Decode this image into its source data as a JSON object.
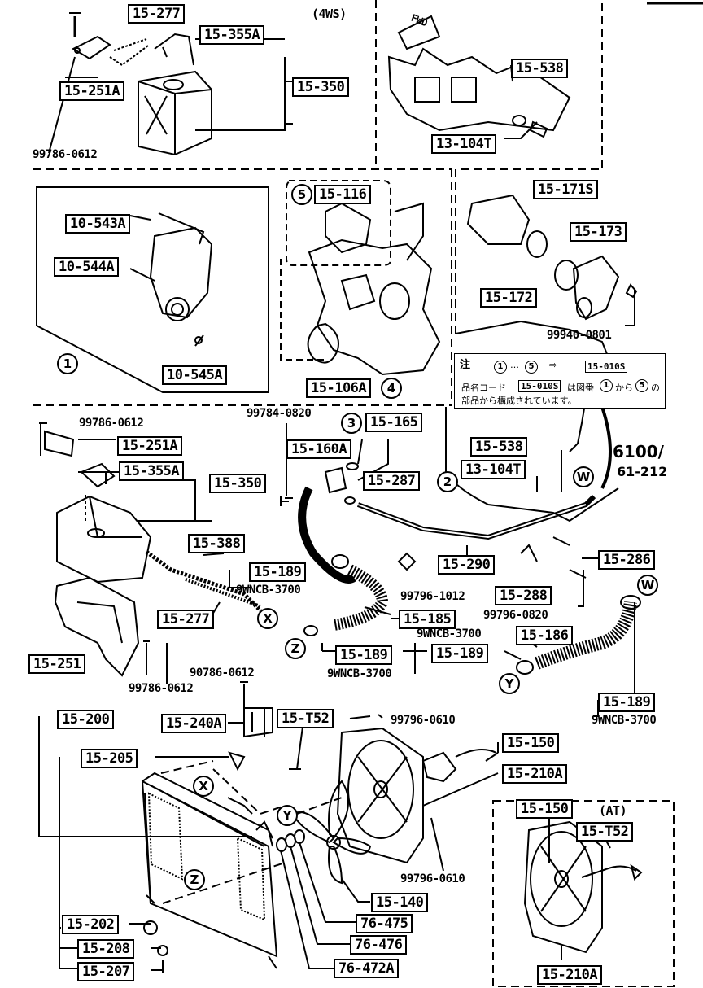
{
  "labels": {
    "p15_277_top": "15-277",
    "p15_355A_top": "15-355A",
    "p15_251A_top": "15-251A",
    "p15_350_top": "15-350",
    "p15_538_top": "15-538",
    "p13_104T_top": "13-104T",
    "p10_543A": "10-543A",
    "p10_544A": "10-544A",
    "p10_545A": "10-545A",
    "p15_116": "15-116",
    "p15_106A": "15-106A",
    "p15_171S": "15-171S",
    "p15_173": "15-173",
    "p15_172": "15-172",
    "p15_165": "15-165",
    "p15_160A": "15-160A",
    "p15_287": "15-287",
    "p15_251A_mid": "15-251A",
    "p15_355A_mid": "15-355A",
    "p15_350_mid": "15-350",
    "p15_538_mid": "15-538",
    "p13_104T_mid": "13-104T",
    "p15_388": "15-388",
    "p15_189_a": "15-189",
    "p15_290": "15-290",
    "p15_286": "15-286",
    "p15_288": "15-288",
    "p15_277_mid": "15-277",
    "p15_185": "15-185",
    "p15_186": "15-186",
    "p15_251": "15-251",
    "p15_189_b": "15-189",
    "p15_189_c": "15-189",
    "p15_189_d": "15-189",
    "p15_200": "15-200",
    "p15_240A": "15-240A",
    "p15_T52": "15-T52",
    "p15_150": "15-150",
    "p15_210A": "15-210A",
    "p15_205": "15-205",
    "p15_140": "15-140",
    "p76_475": "76-475",
    "p76_476": "76-476",
    "p76_472A": "76-472A",
    "p15_202": "15-202",
    "p15_208": "15-208",
    "p15_207": "15-207",
    "p15_150_at": "15-150",
    "p15_T52_at": "15-T52",
    "p15_210A_at": "15-210A"
  },
  "plain_text": {
    "four_ws": "(4WS)",
    "fwd": "FWD",
    "bolt_99786_0612_top": "99786-0612",
    "bolt_99940_0801": "99940-0801",
    "bolt_99784_0820": "99784-0820",
    "bolt_99786_0612_mid": "99786-0612",
    "ref_6100": "6100/",
    "ref_61_212": "61-212",
    "clip_9wncb_3700_a": "9WNCB-3700",
    "bolt_99796_1012": "99796-1012",
    "bolt_99796_0820": "99796-0820",
    "clip_9wncb_3700_b": "9WNCB-3700",
    "clip_9wncb_3700_c": "9WNCB-3700",
    "clip_9wncb_3700_d": "9WNCB-3700",
    "bolt_99786_0612_low": "99786-0612",
    "bolt_90786_0612": "90786-0612",
    "bolt_99796_0610_a": "99796-0610",
    "bolt_99796_0610_b": "99796-0610",
    "at": "(AT)"
  },
  "circled": {
    "c1": "1",
    "c4": "4",
    "c5": "5",
    "c3": "3",
    "c2": "2",
    "w1": "W",
    "w2": "W",
    "x1": "X",
    "x2": "X",
    "z1": "Z",
    "z2": "Z",
    "y1": "Y",
    "y2": "Y"
  },
  "note": {
    "heading": "注",
    "range_a": "1",
    "range_dots": "…",
    "range_b": "5",
    "arrow": "⇨",
    "code_box": "15-010S",
    "line1_a": "品名コード",
    "line1_code": "15-010S",
    "line1_b": "は図番",
    "line1_c1": "1",
    "line1_c": "から",
    "line1_c5": "5",
    "line1_d": "の",
    "line2": "部品から構成されています。"
  }
}
